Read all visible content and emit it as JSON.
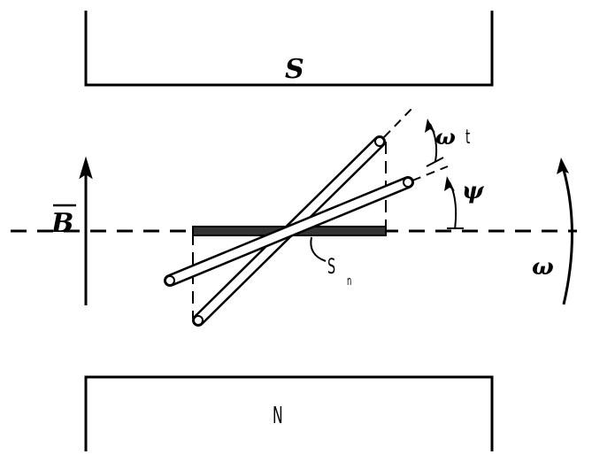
{
  "labels": {
    "pole_top": "S",
    "pole_bottom": "N",
    "field": "B",
    "omega_t_symbol": "ω",
    "omega_t_t": "t",
    "psi": "ψ",
    "area_s": "S",
    "area_subscript": "n",
    "omega": "ω"
  },
  "colors": {
    "ink": "#000000",
    "plate_fill": "#333333",
    "background": "#ffffff"
  }
}
